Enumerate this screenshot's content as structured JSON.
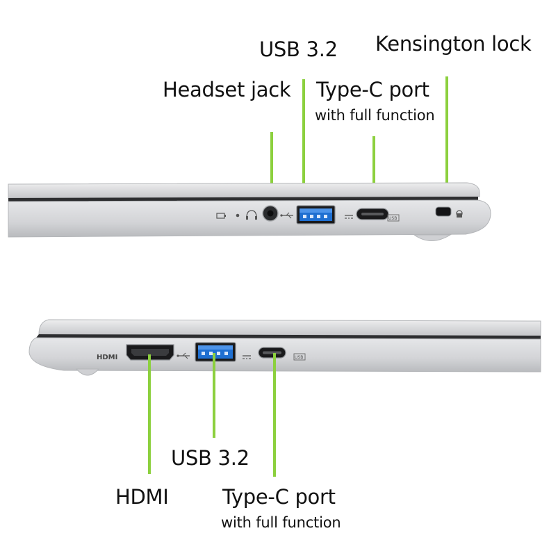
{
  "colors": {
    "leader": "#8cd03e",
    "chassis": "#d7d8da",
    "chassis_dark": "#bdbfc2",
    "usb_blue": "#1f6fd1",
    "text": "#111111"
  },
  "top_view": {
    "callouts": {
      "usb": "USB 3.2",
      "kensington": "Kensington lock",
      "headset": "Headset jack",
      "typec_title": "Type-C port",
      "typec_sub": "with full function"
    },
    "port_markings": {
      "typec_badge": "USB"
    }
  },
  "bottom_view": {
    "callouts": {
      "usb": "USB 3.2",
      "hdmi": "HDMI",
      "typec_title": "Type-C port",
      "typec_sub": "with full function"
    },
    "port_markings": {
      "hdmi_logo": "HDMI",
      "typec_badge": "USB"
    }
  },
  "icons": [
    "battery-led-icon",
    "power-led-icon",
    "headset-icon",
    "usb-trident-icon",
    "dc-power-icon",
    "lock-icon"
  ]
}
